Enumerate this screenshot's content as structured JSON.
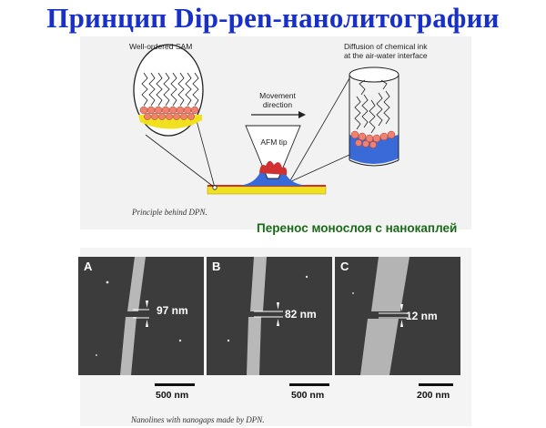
{
  "title": "Принцип Dip-pen-нанолитографии",
  "diagram": {
    "labels": {
      "sam": "Well-ordered SAM",
      "diffusion": "Diffusion of chemical ink\nat the air-water interface",
      "movement": "Movement\ndirection",
      "tip": "AFM tip"
    },
    "caption": "Principle behind DPN."
  },
  "subtitle": "Перенос  монослоя с нанокаплей",
  "panels": [
    {
      "letter": "A",
      "gap": "97 nm",
      "scale": "500 nm"
    },
    {
      "letter": "B",
      "gap": "82 nm",
      "scale": "500 nm"
    },
    {
      "letter": "C",
      "gap": "12 nm",
      "scale": "200 nm"
    }
  ],
  "caption2": "Nanolines with nanogaps made by DPN.",
  "colors": {
    "title": "#1830c8",
    "subtitle": "#1a6a1a",
    "ink": "#d03030",
    "water": "#3a6ad8",
    "substrate": "#f0e020"
  }
}
